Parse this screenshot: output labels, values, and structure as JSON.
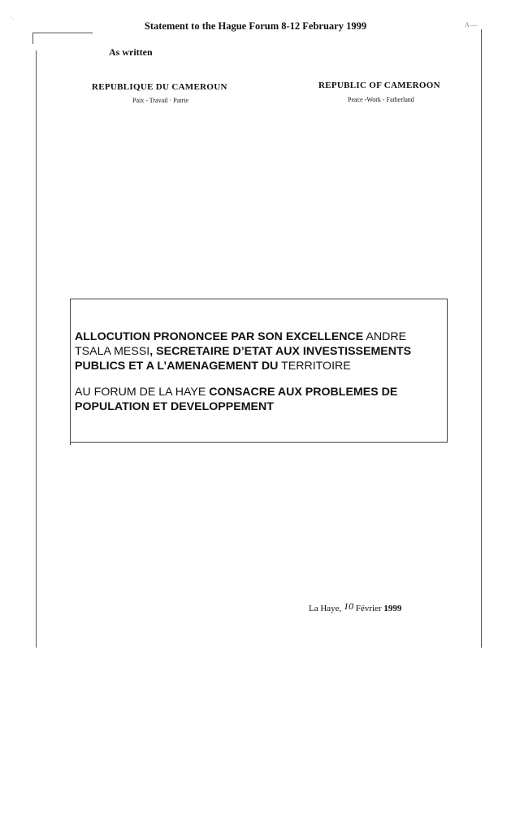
{
  "header": {
    "title": "Statement to the Hague Forum 8-12 February 1999",
    "corner_left": "· .",
    "corner_right": "A —"
  },
  "note": "As written",
  "republic_fr": {
    "name": "REPUBLIQUE DU CAMEROUN",
    "motto": "Paix - Travail · Patrie"
  },
  "republic_en": {
    "name": "REPUBLIC OF CAMEROON",
    "motto": "Peace -Work - Fatherland"
  },
  "title_box": {
    "line1_bold": "ALLOCUTION PRONONCEE PAR SON EXCELLENCE",
    "line1_regular": " ANDRE",
    "line2_regular": "TSALA MESSI",
    "line2_bold": ", SECRETAIRE D’ETAT AUX INVESTISSEMENTS",
    "line3_bold": "PUBLICS ET A L’AMENAGEMENT DU",
    "line3_regular": " TERRITOIRE",
    "line4_regular": "AU FORUM DE LA HAYE",
    "line4_bold": " CONSACRE AUX PROBLEMES DE",
    "line5_bold": "POPULATION ET DEVELOPPEMENT"
  },
  "signature": {
    "place": "La Haye,",
    "day": "10",
    "month": "Février",
    "year": "1999"
  }
}
